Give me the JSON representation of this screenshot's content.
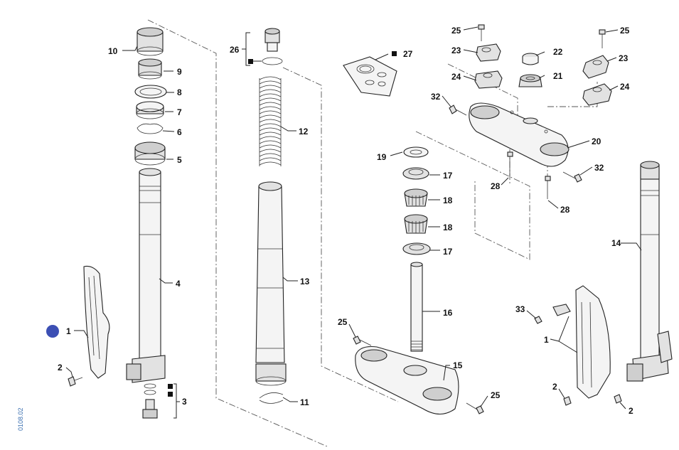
{
  "drawing_code": "0108.02",
  "marker_color": "#3c4fb4",
  "callouts": {
    "c10": "10",
    "c9": "9",
    "c8": "8",
    "c7": "7",
    "c6": "6",
    "c5": "5",
    "c4": "4",
    "c1a": "1",
    "c2a": "2",
    "c3": "3",
    "c26": "26",
    "c12": "12",
    "c13": "13",
    "c11": "11",
    "c27": "27",
    "c19": "19",
    "c17a": "17",
    "c18a": "18",
    "c18b": "18",
    "c17b": "17",
    "c16": "16",
    "c15": "15",
    "c25c": "25",
    "c25d": "25",
    "c25a": "25",
    "c23a": "23",
    "c24a": "24",
    "c22": "22",
    "c21": "21",
    "c32a": "32",
    "c25b": "25",
    "c23b": "23",
    "c24b": "24",
    "c20": "20",
    "c32b": "32",
    "c28a": "28",
    "c28b": "28",
    "c14": "14",
    "c33": "33",
    "c1b": "1",
    "c2b": "2",
    "c2c": "2"
  }
}
